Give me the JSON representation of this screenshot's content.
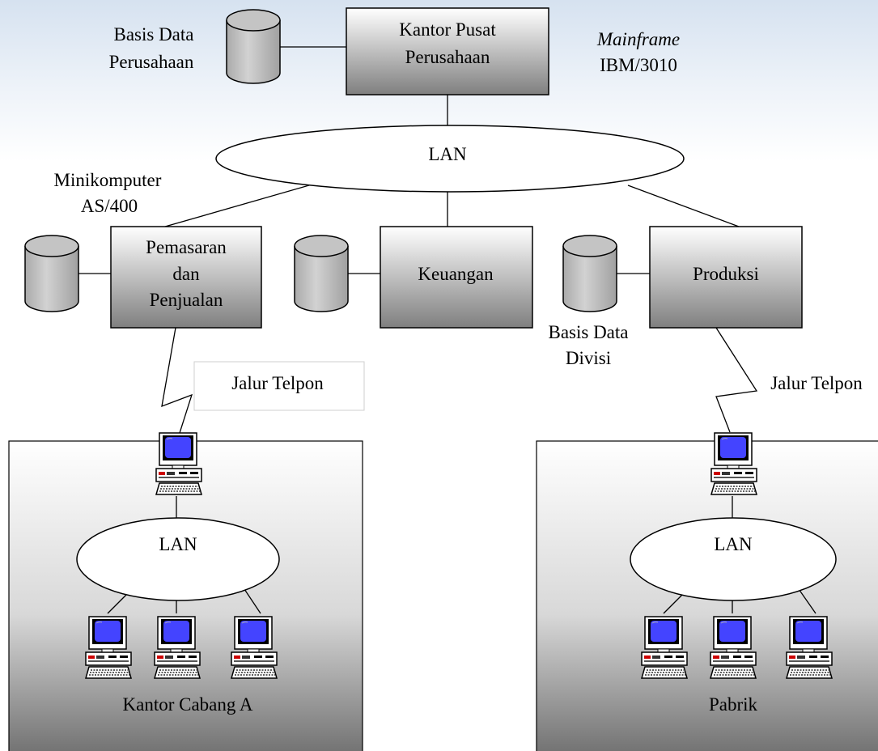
{
  "diagram": {
    "labels": {
      "db_corporate": [
        "Basis Data",
        "Perusahaan"
      ],
      "hq": [
        "Kantor Pusat",
        "Perusahaan"
      ],
      "mainframe_italic": "Mainframe",
      "mainframe_model": "IBM/3010",
      "lan_main": "LAN",
      "mini": [
        "Minikomputer",
        "AS/400"
      ],
      "marketing": [
        "Pemasaran",
        "dan",
        "Penjualan"
      ],
      "finance": "Keuangan",
      "production": "Produksi",
      "db_division": [
        "Basis Data",
        "Divisi"
      ],
      "phone_left": "Jalur Telpon",
      "phone_right": "Jalur Telpon",
      "lan_branch": "LAN",
      "lan_factory": "LAN",
      "branch": "Kantor Cabang A",
      "factory": "Pabrik"
    },
    "colors": {
      "box_top": "#ffffff",
      "box_bottom": "#7f7f7f",
      "cylinder": "#c0c0c0",
      "screen": "#3b3bf0",
      "area_top": "#ffffff",
      "area_bottom": "#6e6e6e"
    }
  }
}
